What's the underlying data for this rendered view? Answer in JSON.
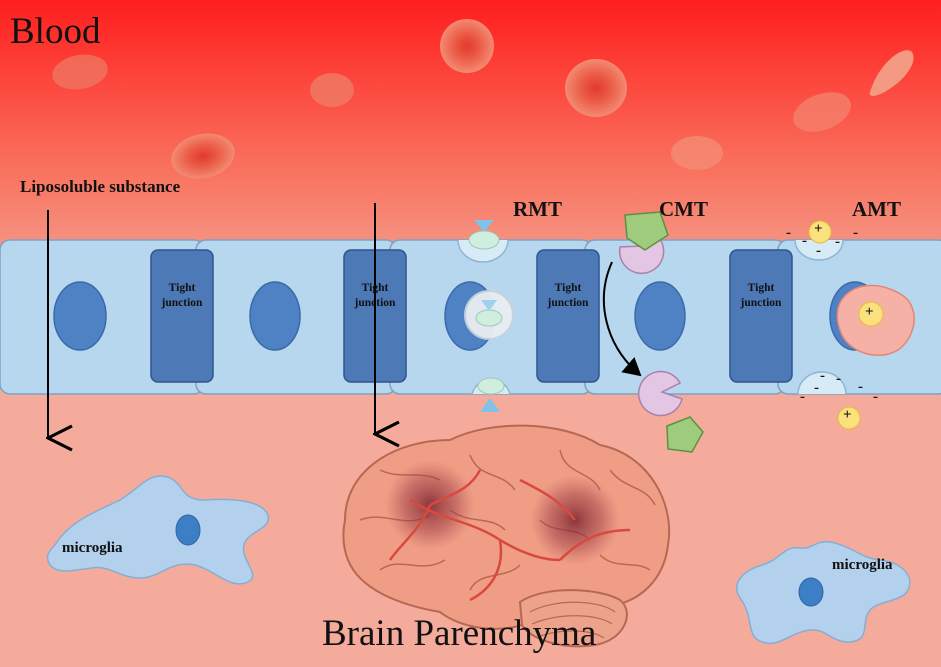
{
  "regions": {
    "top": "Blood",
    "bottom": "Brain Parenchyma"
  },
  "pathways": {
    "passive": "Liposoluble substance",
    "rmt": "RMT",
    "cmt": "CMT",
    "amt": "AMT"
  },
  "junctions": [
    "Tight\njunction",
    "Tight\njunction",
    "Tight\njunction",
    "Tight\njunction"
  ],
  "cells": {
    "microglia_left": "microglia",
    "microglia_right": "microglia"
  },
  "charges": {
    "plus": "+",
    "minus": "-"
  },
  "colors": {
    "blood_top": "#ff1f1f",
    "blood_bottom": "#f3a99a",
    "endothelium": "#b5d6ee",
    "nucleus": "#4f82c4",
    "junction": "#4d79b6",
    "microglia": "#b3d0ec",
    "rbc": "#ef6650"
  }
}
